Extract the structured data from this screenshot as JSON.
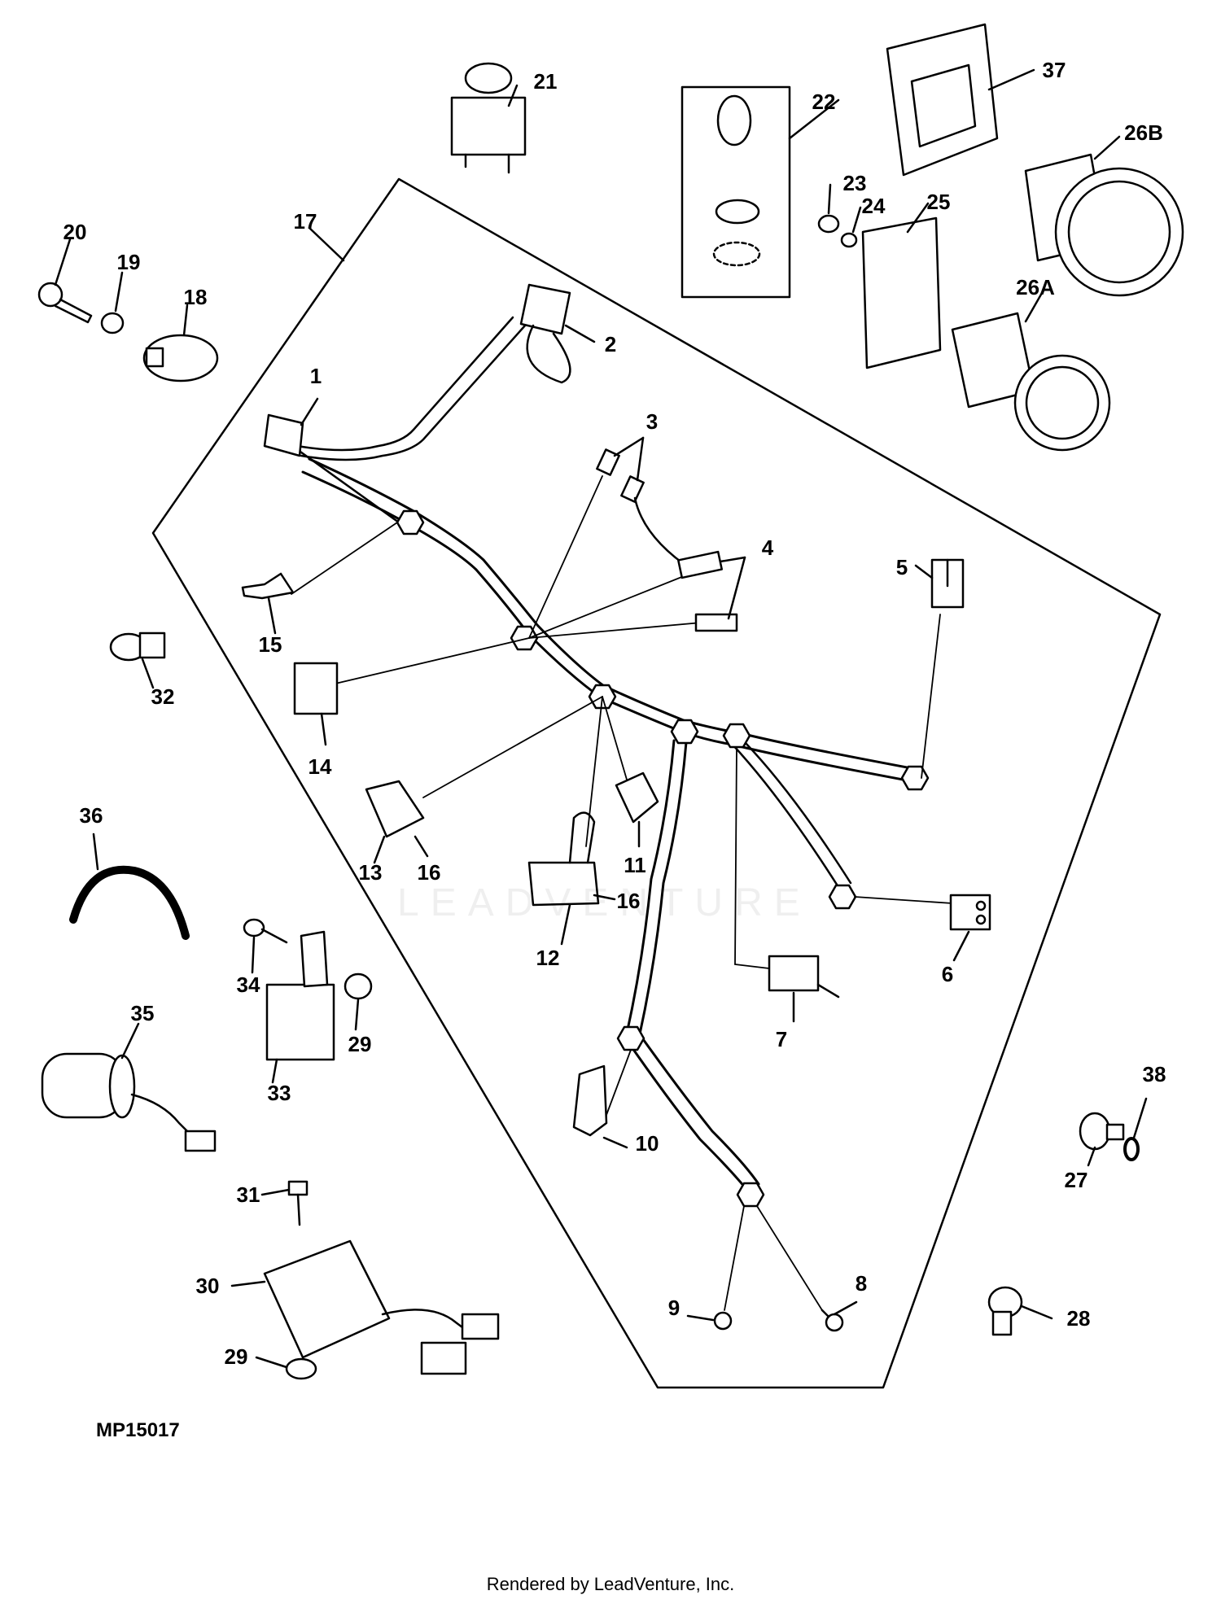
{
  "figure_id": "MP15017",
  "watermark": "LEADVENTURE",
  "footer": "Rendered by LeadVenture, Inc.",
  "callouts": {
    "c1": "1",
    "c2": "2",
    "c3": "3",
    "c4": "4",
    "c5": "5",
    "c6": "6",
    "c7": "7",
    "c8": "8",
    "c9": "9",
    "c10": "10",
    "c11": "11",
    "c12": "12",
    "c13": "13",
    "c14": "14",
    "c15": "15",
    "c16a": "16",
    "c16b": "16",
    "c17": "17",
    "c18": "18",
    "c19": "19",
    "c20": "20",
    "c21": "21",
    "c22": "22",
    "c23": "23",
    "c24": "24",
    "c25": "25",
    "c26a": "26A",
    "c26b": "26B",
    "c27": "27",
    "c28": "28",
    "c29a": "29",
    "c29b": "29",
    "c30": "30",
    "c31": "31",
    "c32": "32",
    "c33": "33",
    "c34": "34",
    "c35": "35",
    "c36": "36",
    "c37": "37",
    "c38": "38"
  }
}
